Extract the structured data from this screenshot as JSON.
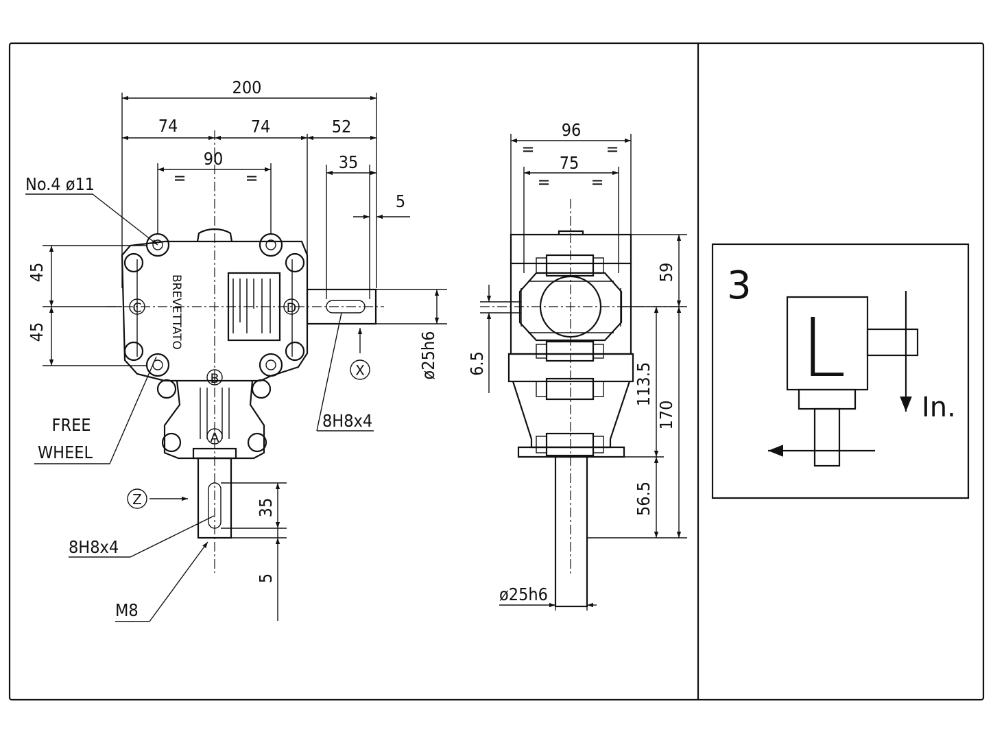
{
  "front_view": {
    "dim_total": "200",
    "dim_left": "74",
    "dim_mid": "74",
    "dim_shaft": "52",
    "dim_holes": "90",
    "eq_mark": "=",
    "dim_key_length": "35",
    "dim_key_offset": "5",
    "hole_spec": "No.4 ø11",
    "dim_upper": "45",
    "dim_lower": "45",
    "label_c": "C",
    "label_d": "D",
    "label_b": "B",
    "label_a": "A",
    "label_x": "X",
    "label_z": "Z",
    "brand": "BREVETTATO",
    "free_wheel_1": "FREE",
    "free_wheel_2": "WHEEL",
    "shaft_dia": "ø25h6",
    "key_spec_side": "8H8x4",
    "key_spec_bottom": "8H8x4",
    "dim_bottom_key": "35",
    "dim_bottom_offset": "5",
    "thread": "M8"
  },
  "side_view": {
    "dim_width": "96",
    "dim_inner": "75",
    "dim_top": "59",
    "dim_offset": "6.5",
    "dim_body": "113.5",
    "dim_total": "170",
    "dim_shaft": "56.5",
    "shaft_dia": "ø25h6"
  },
  "config": {
    "number": "3",
    "letter": "L",
    "input_label": "In."
  }
}
